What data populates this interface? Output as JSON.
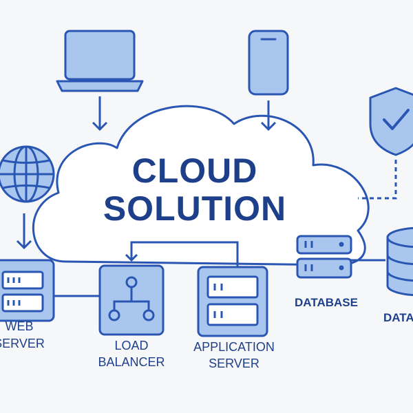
{
  "diagram": {
    "title_line1": "CLOUD",
    "title_line2": "SOLUTION",
    "nodes": {
      "laptop": {
        "icon": "laptop-icon"
      },
      "phone": {
        "icon": "smartphone-icon"
      },
      "shield": {
        "icon": "shield-check-icon"
      },
      "globe": {
        "icon": "globe-icon"
      },
      "web_server": {
        "icon": "server-icon",
        "label_line1": "WEB",
        "label_line2": "SERVER"
      },
      "load_balancer": {
        "icon": "network-hierarchy-icon",
        "label_line1": "LOAD",
        "label_line2": "BALANCER"
      },
      "application_server": {
        "icon": "server-icon",
        "label_line1": "APPLICATION",
        "label_line2": "SERVER"
      },
      "database_small": {
        "icon": "database-rack-icon",
        "label": "DATABASE"
      },
      "database_large": {
        "icon": "database-cylinder-icon",
        "label": "DATA"
      }
    }
  },
  "colors": {
    "stroke": "#2a56b3",
    "fill": "#a9c7ee",
    "text": "#1e3f8a",
    "cloud_fill": "#ffffff",
    "background": "#f6f7f9"
  }
}
